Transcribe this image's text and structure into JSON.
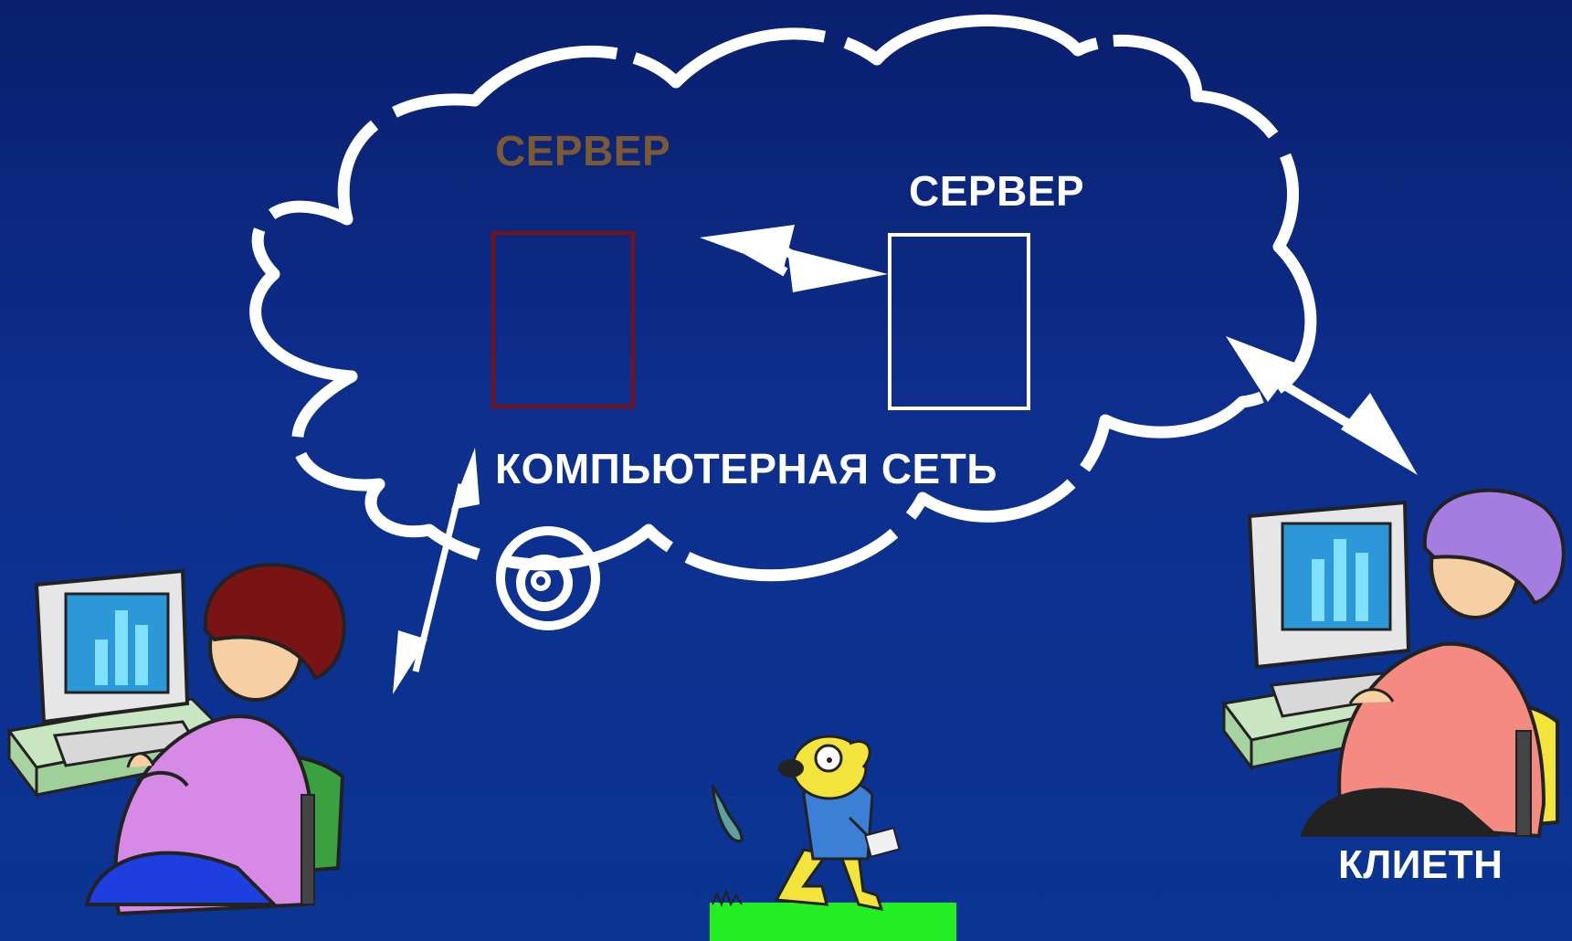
{
  "diagram": {
    "server_left_label": "СЕРВЕР",
    "server_right_label": "СЕРВЕР",
    "network_label": "КОМПЬЮТЕРНАЯ СЕТЬ",
    "client_label": "КЛИЕТН"
  },
  "colors": {
    "background": "#0d2f8e",
    "cloud_stroke": "#ffffff",
    "server_left_border": "#7a1010",
    "server_right_border": "#ffffff",
    "server_left_label": "#7a5a34",
    "ground": "#22ee22"
  },
  "icons": {
    "left_user": "woman-at-computer-icon",
    "right_user": "woman-at-computer-icon",
    "mascot": "walking-dog-icon",
    "network_cloud": "cloud-icon",
    "spiral": "spiral-icon"
  }
}
